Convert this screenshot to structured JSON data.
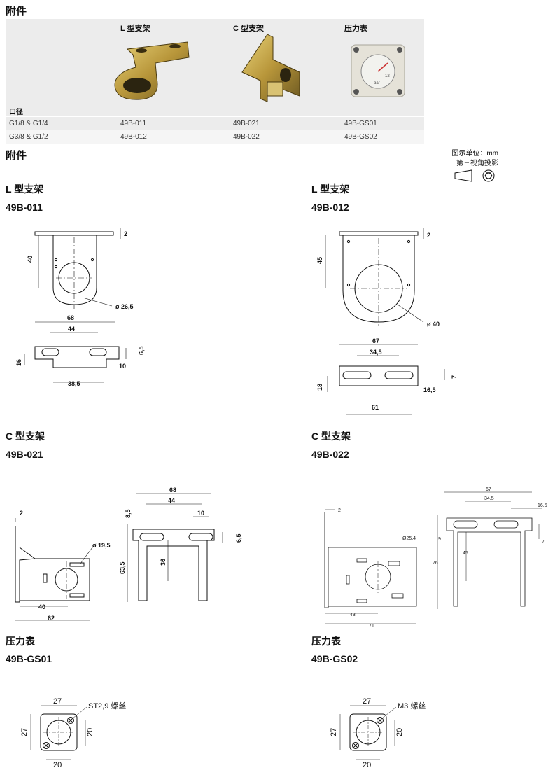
{
  "header": {
    "title": "附件"
  },
  "accessories_table": {
    "columns": [
      "L 型支架",
      "C 型支架",
      "压力表"
    ],
    "port_label": "口径",
    "rows": [
      {
        "port": "G1/8 & G1/4",
        "values": [
          "49B-011",
          "49B-021",
          "49B-GS01"
        ]
      },
      {
        "port": "G3/8 & G1/2",
        "values": [
          "49B-012",
          "49B-022",
          "49B-GS02"
        ]
      }
    ]
  },
  "section2": {
    "title": "附件"
  },
  "units_note": {
    "line1": "图示单位：mm",
    "line2": "第三视角投影"
  },
  "drawings": {
    "l011": {
      "type": "L 型支架",
      "code": "49B-011",
      "dims": {
        "thick": "2",
        "height": "40",
        "dia": "ø 26,5",
        "width": "68",
        "hole_pitch": "44",
        "slot": "6,5",
        "depth": "16",
        "foot": "10",
        "base": "38,5"
      }
    },
    "l012": {
      "type": "L 型支架",
      "code": "49B-012",
      "dims": {
        "thick": "2",
        "height": "45",
        "dia": "ø 40",
        "width": "67",
        "hole_pitch": "34,5",
        "slot": "7",
        "depth": "18",
        "foot": "16,5",
        "base": "61"
      }
    },
    "c021": {
      "type": "C 型支架",
      "code": "49B-021",
      "dims": {
        "thick": "2",
        "dia": "ø 19,5",
        "w40": "40",
        "w62": "62",
        "width": "68",
        "hole_pitch": "44",
        "slot_w": "10",
        "slot_h": "6,5",
        "top": "8,5",
        "mid": "36",
        "height": "63,5"
      }
    },
    "c022": {
      "type": "C 型支架",
      "code": "49B-022",
      "dims": {
        "thick": "2",
        "dia": "Ø25.4",
        "w43": "43",
        "w71": "71",
        "width": "67",
        "hole_pitch": "34.5",
        "foot": "16.5",
        "top": "9",
        "mid": "45",
        "height": "76",
        "slot": "7"
      }
    },
    "gs01": {
      "type": "压力表",
      "code": "49B-GS01",
      "dims": {
        "w": "27",
        "h": "27",
        "hole_w": "20",
        "hole_h": "20",
        "screw": "ST2,9 螺丝"
      }
    },
    "gs02": {
      "type": "压力表",
      "code": "49B-GS02",
      "dims": {
        "w": "27",
        "h": "27",
        "hole_w": "20",
        "hole_h": "20",
        "screw": "M3 螺丝"
      }
    }
  },
  "gauge_photo": {
    "scale": "bar",
    "max": "12"
  }
}
